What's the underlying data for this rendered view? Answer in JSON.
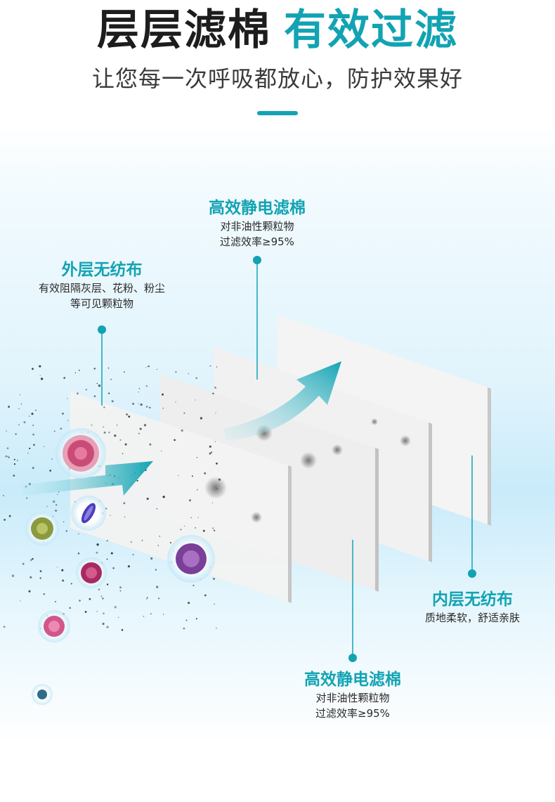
{
  "header": {
    "title_dark": "层层滤棉",
    "title_accent": "有效过滤",
    "subtitle": "让您每一次呼吸都放心，防护效果好"
  },
  "labels": {
    "outer": {
      "title": "外层无纺布",
      "line1": "有效阻隔灰层、花粉、粉尘",
      "line2": "等可见颗粒物"
    },
    "static_top": {
      "title": "高效静电滤棉",
      "line1": "对非油性颗粒物",
      "line2": "过滤效率≥95%"
    },
    "inner": {
      "title": "内层无纺布",
      "line1": "质地柔软，舒适亲肤"
    },
    "static_bottom": {
      "title": "高效静电滤棉",
      "line1": "对非油性颗粒物",
      "line2": "过滤效率≥95%"
    }
  },
  "colors": {
    "accent": "#12a3b3",
    "arrow_start": "#bfe9f1",
    "arrow_end": "#12a3b3"
  },
  "icons": [
    "virus-pink-icon",
    "virus-purple-icon",
    "bacteria-blue-icon",
    "virus-olive-icon",
    "virus-magenta-icon",
    "virus-teal-icon",
    "direction-arrow-icon"
  ]
}
